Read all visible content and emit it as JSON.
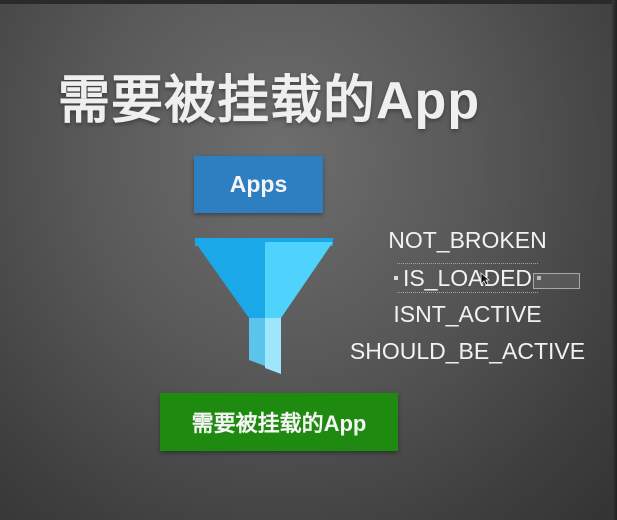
{
  "slide": {
    "title": "需要被挂载的App",
    "input_box": {
      "label": "Apps",
      "color": "#2d7fc1"
    },
    "filter_icon": "funnel-icon",
    "conditions": [
      "NOT_BROKEN",
      "IS_LOADED",
      "ISNT_ACTIVE",
      "SHOULD_BE_ACTIVE"
    ],
    "output_box": {
      "label": "需要被挂载的App",
      "color": "#1f8a10"
    }
  },
  "colors": {
    "background": "#5a5a5a",
    "funnel_light": "#4fd2fb",
    "funnel_dark": "#1aa8e8"
  }
}
